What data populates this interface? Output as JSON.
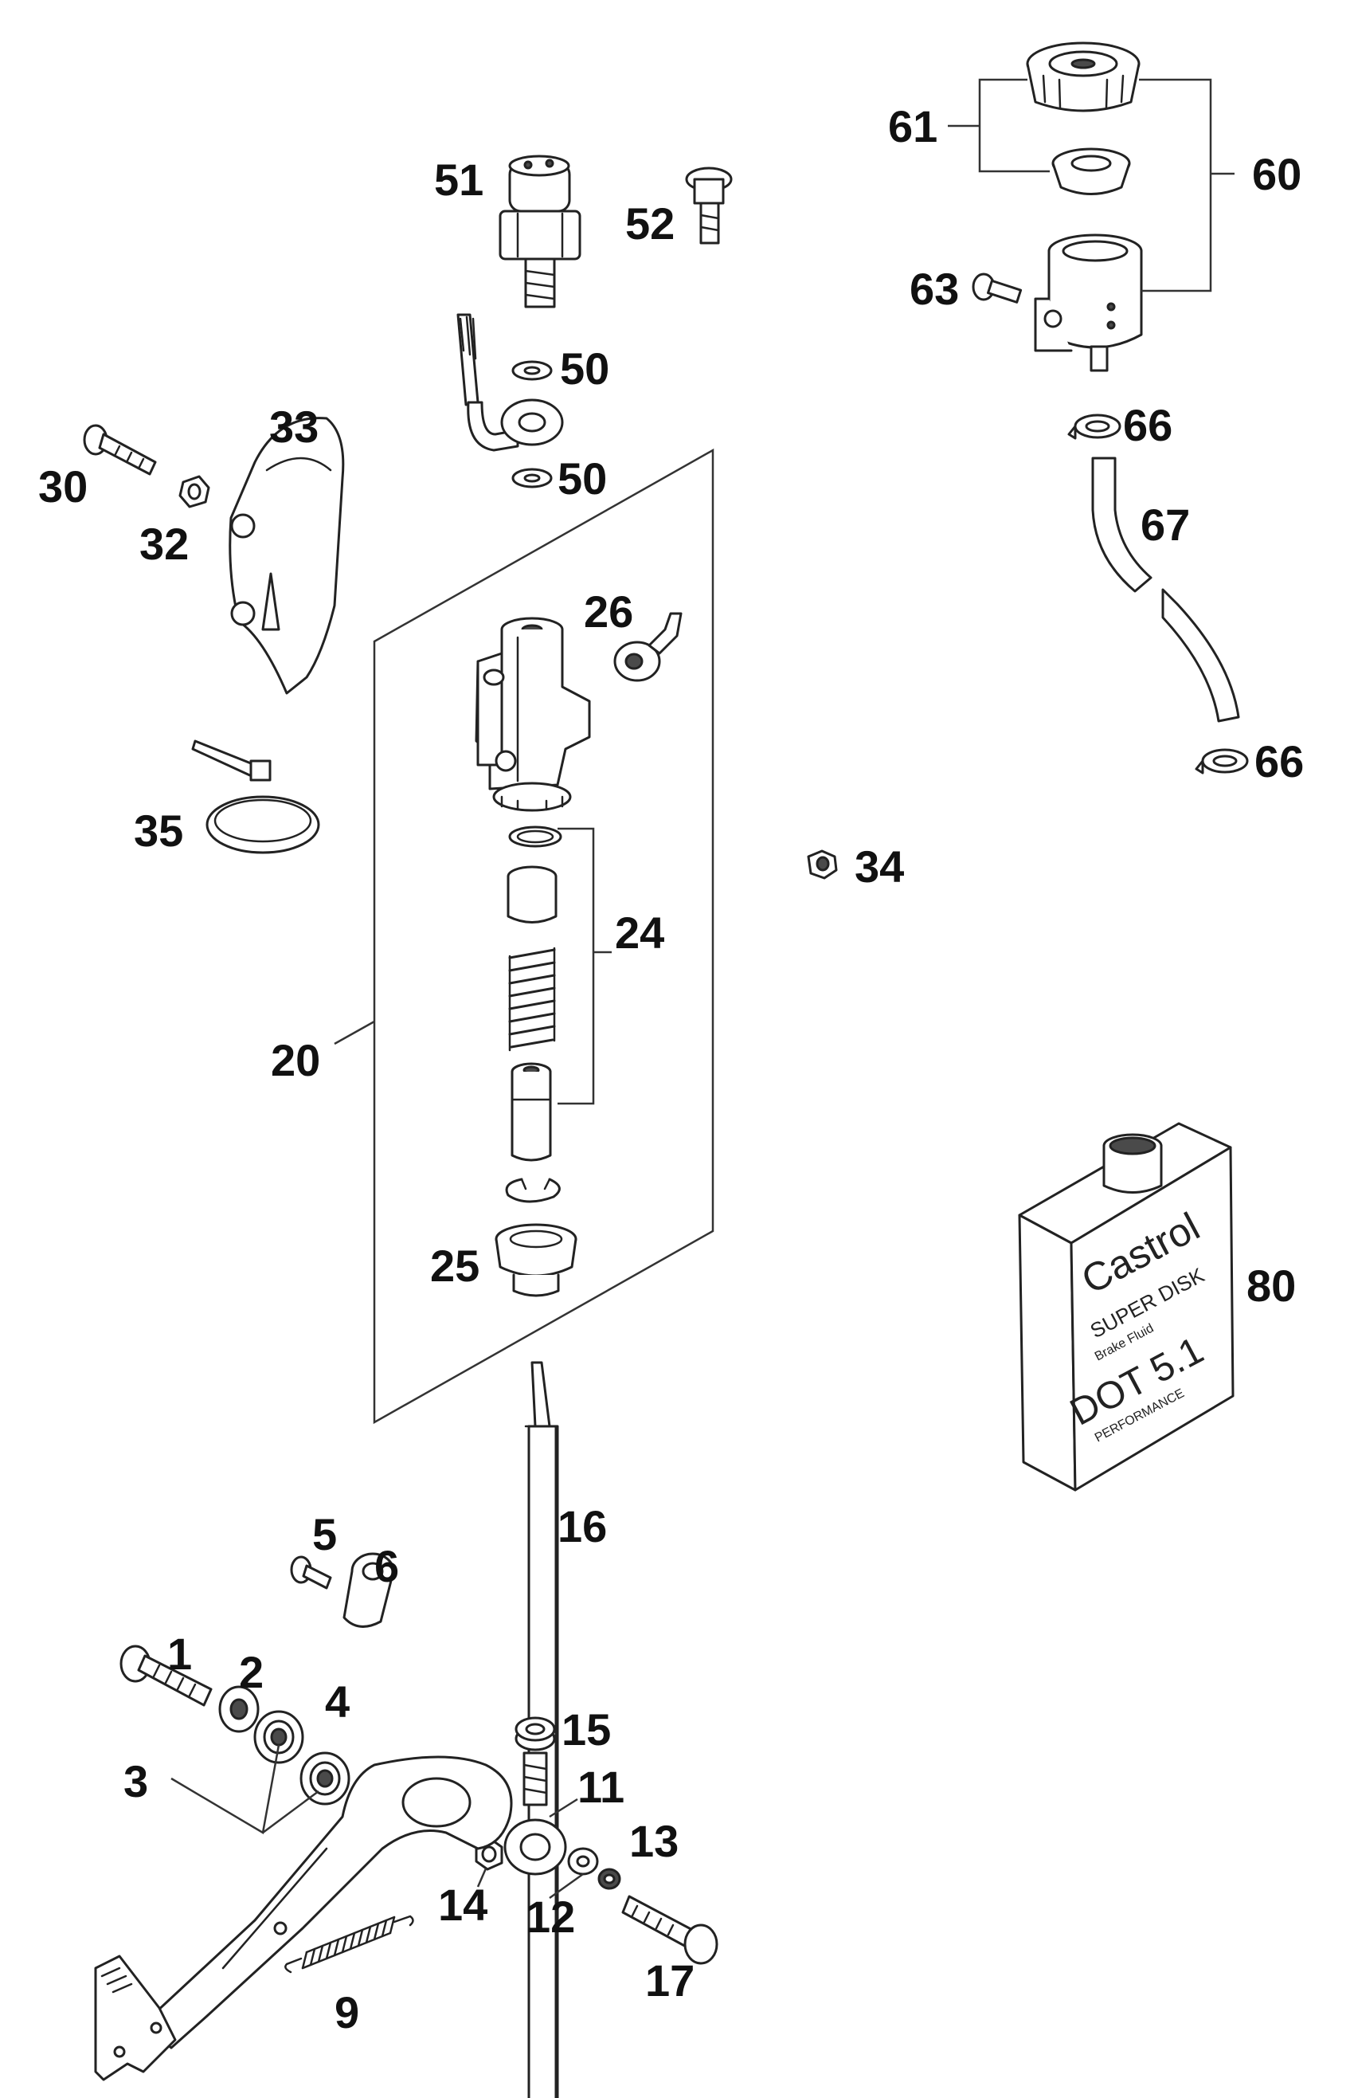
{
  "callouts": {
    "c1": "1",
    "c2": "2",
    "c3": "3",
    "c4": "4",
    "c5": "5",
    "c6": "6",
    "c9": "9",
    "c11": "11",
    "c12": "12",
    "c13": "13",
    "c14": "14",
    "c15": "15",
    "c16": "16",
    "c17": "17",
    "c20": "20",
    "c24": "24",
    "c25": "25",
    "c26": "26",
    "c30": "30",
    "c32": "32",
    "c33": "33",
    "c34": "34",
    "c35": "35",
    "c50a": "50",
    "c50b": "50",
    "c51": "51",
    "c52": "52",
    "c60": "60",
    "c61": "61",
    "c63": "63",
    "c66a": "66",
    "c66b": "66",
    "c67": "67",
    "c80": "80"
  },
  "fluid_can": {
    "brand": "Castrol",
    "product": "SUPER DISK",
    "subtitle": "Brake Fluid",
    "grade": "DOT 5.1",
    "tagline": "PERFORMANCE"
  }
}
